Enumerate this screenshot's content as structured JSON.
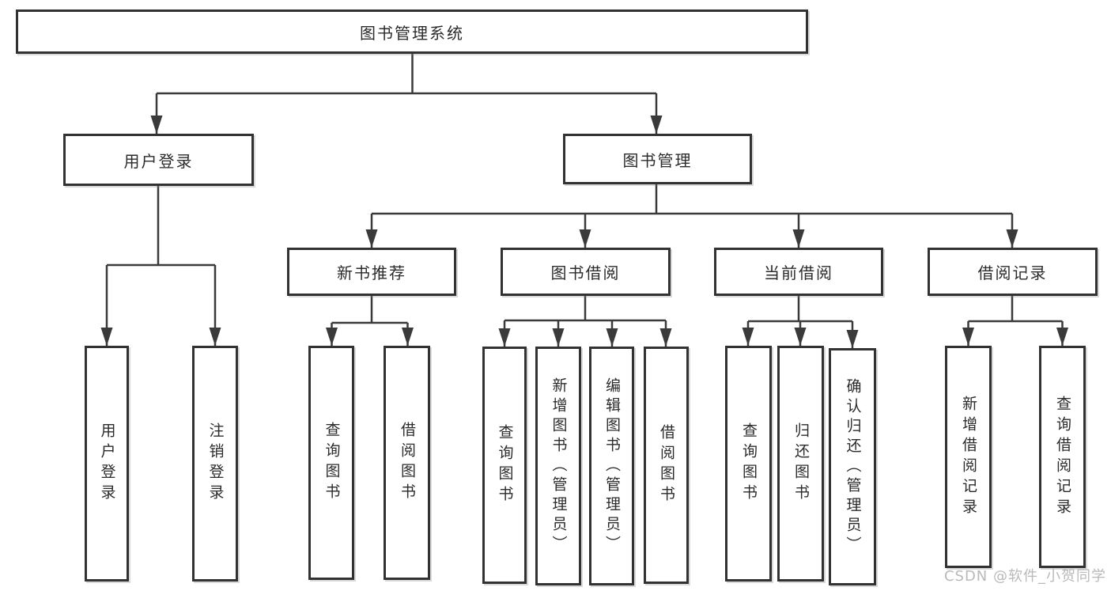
{
  "tree": {
    "root": "图书管理系统",
    "login": {
      "label": "用户登录",
      "children": [
        "用户登录",
        "注销登录"
      ]
    },
    "management": {
      "label": "图书管理",
      "groups": [
        {
          "label": "新书推荐",
          "children": [
            "查询图书",
            "借阅图书"
          ]
        },
        {
          "label": "图书借阅",
          "children": [
            "查询图书",
            "新增图书（管理员）",
            "编辑图书（管理员）",
            "借阅图书"
          ]
        },
        {
          "label": "当前借阅",
          "children": [
            "查询图书",
            "归还图书",
            "确认归还（管理员）"
          ]
        },
        {
          "label": "借阅记录",
          "children": [
            "新增借阅记录",
            "查询借阅记录"
          ]
        }
      ]
    }
  },
  "watermark": "CSDN @软件_小贺同学",
  "colors": {
    "line": "#3a3a3a",
    "border": "#323232",
    "text": "#2b2b2b",
    "watermark": "#b9b9b9",
    "background": "#ffffff"
  }
}
